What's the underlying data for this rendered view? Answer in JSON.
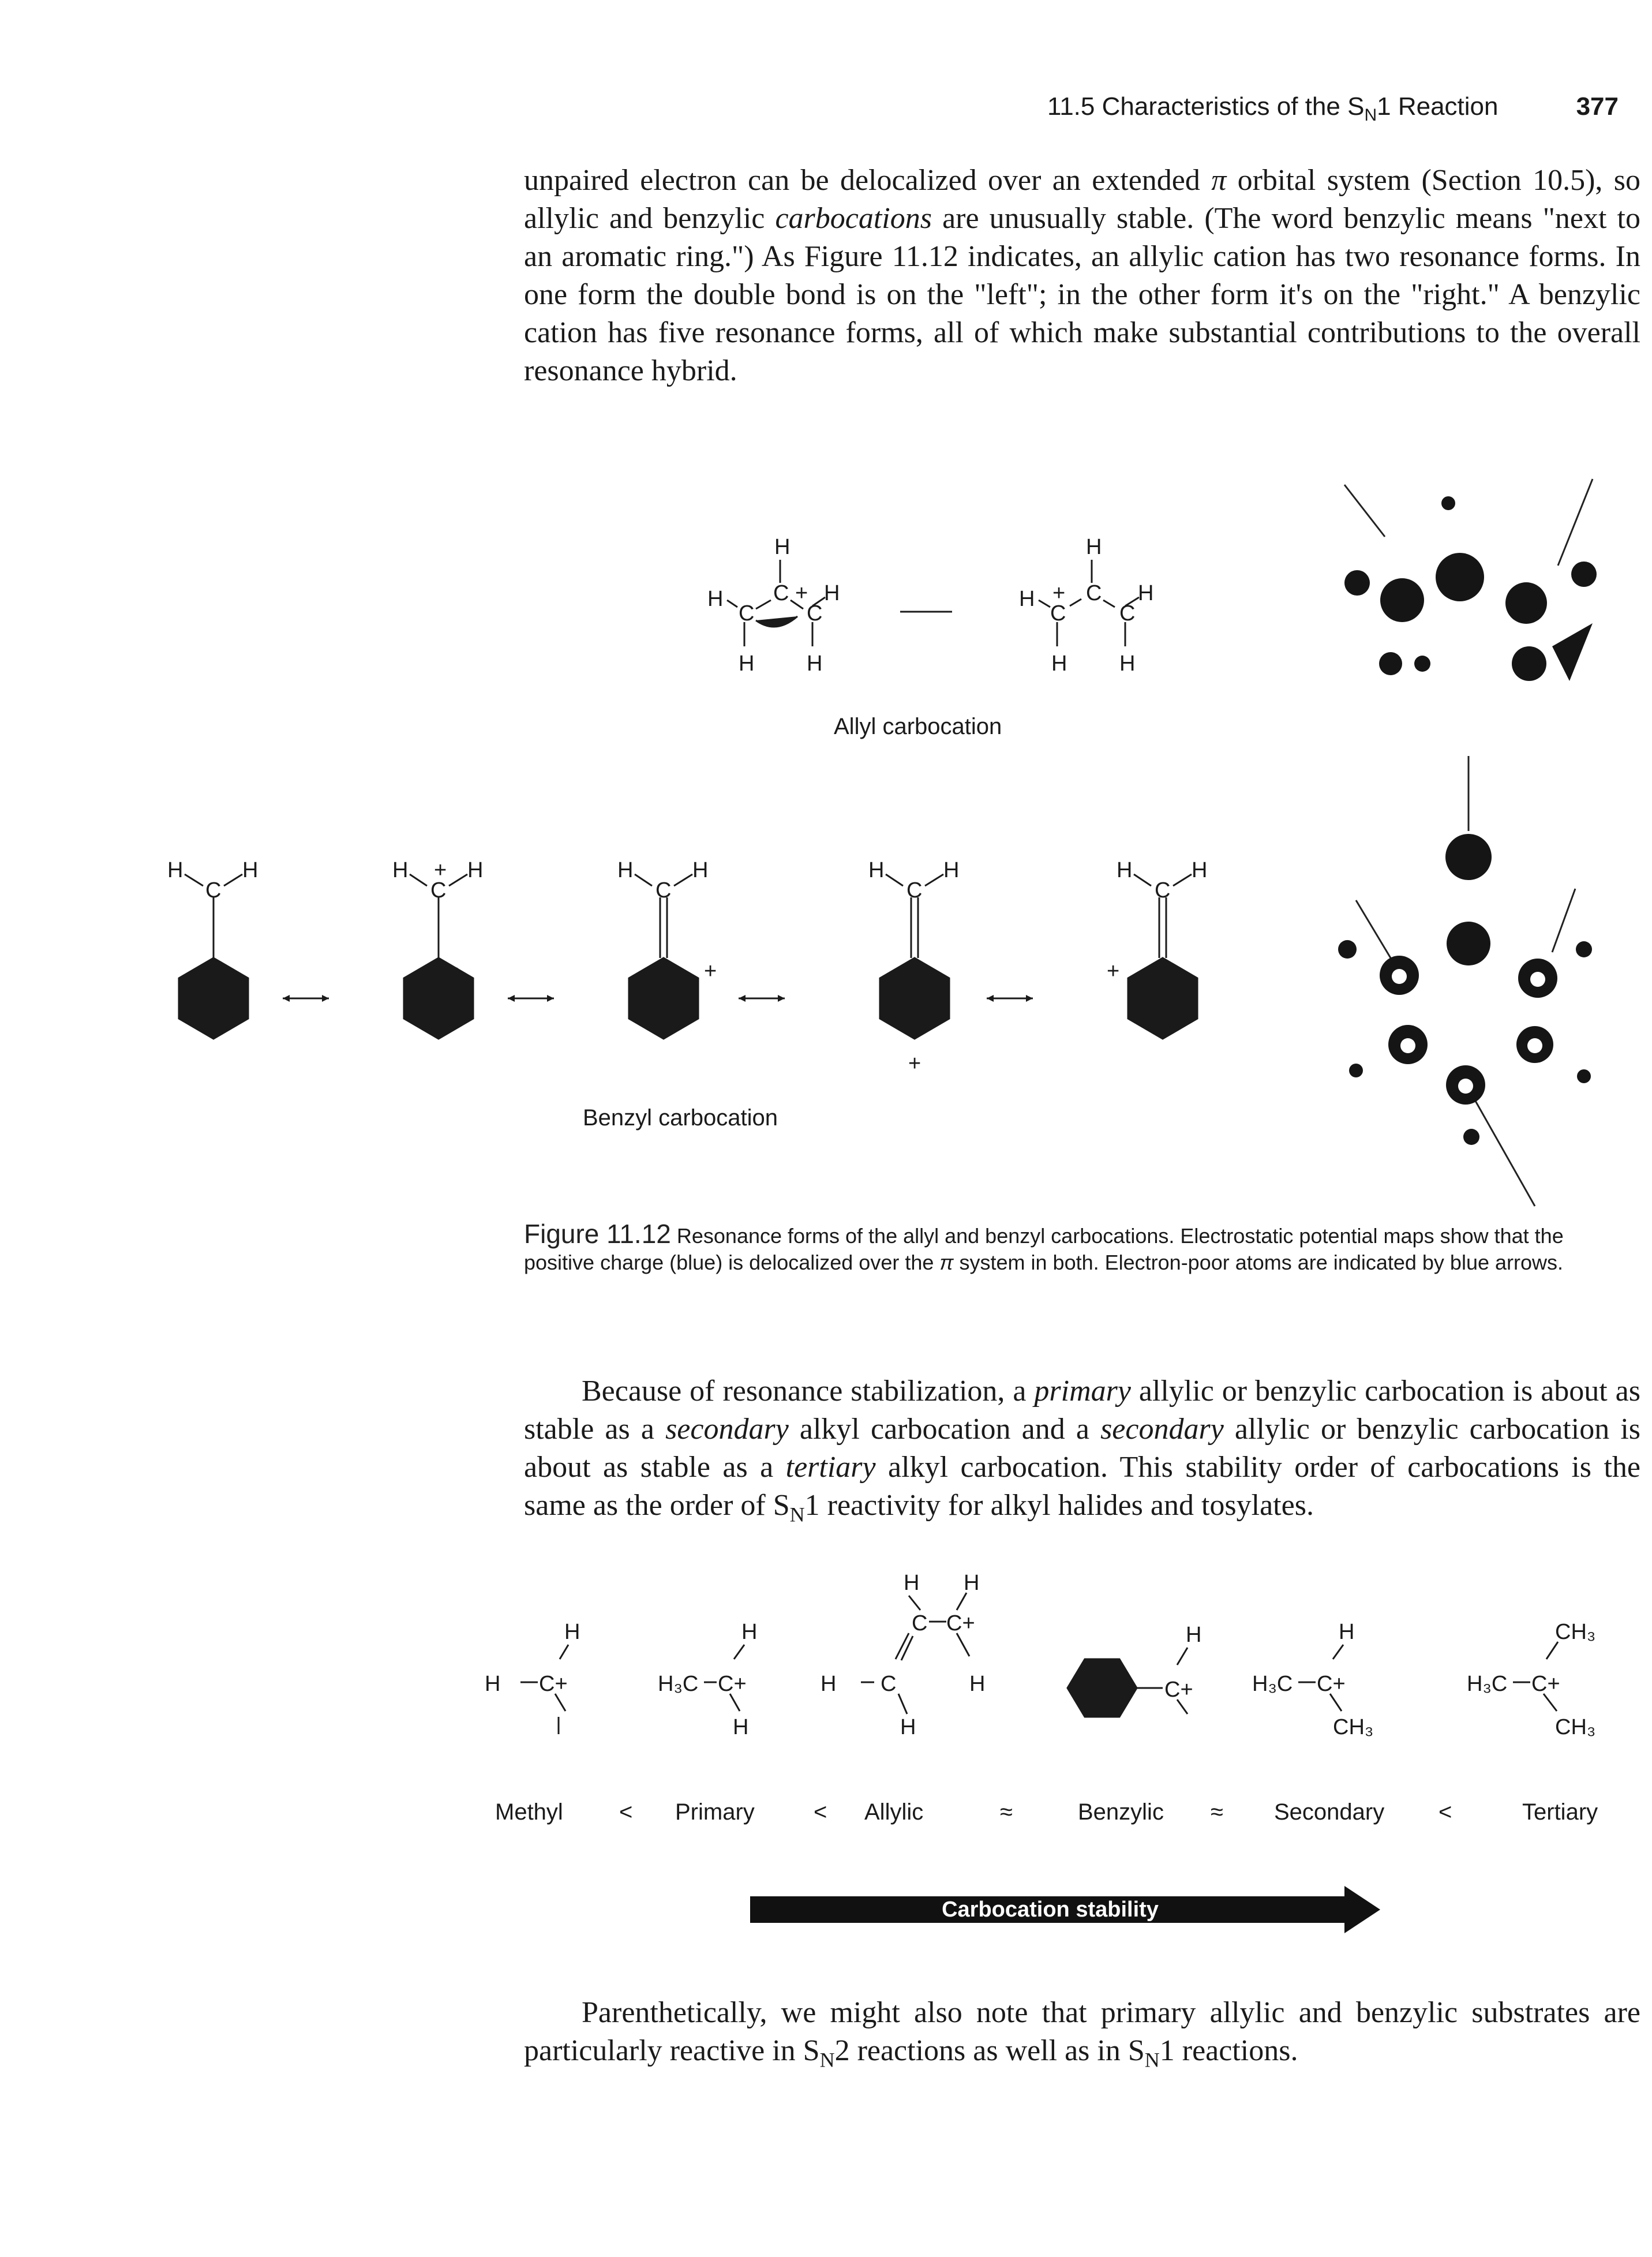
{
  "header": {
    "section_prefix": "11.5 Characteristics of the S",
    "section_sub": "N",
    "section_suffix": "1 Reaction",
    "page_number": "377"
  },
  "para1": {
    "a": "unpaired electron can be delocalized over an extended ",
    "pi": "π",
    "b": " orbital system (Section 10.5), so allylic and benzylic ",
    "em": "carbocations",
    "c": " are unusually stable. (The word benzylic means \"next to an aromatic ring.\") As Figure 11.12 indicates, an allylic cation has two resonance forms. In one form the double bond is on the \"left\"; in the other form it's on the \"right.\" A benzylic cation has five resonance forms, all of which make substantial contributions to the overall resonance hybrid."
  },
  "figure": {
    "allyl_label": "Allyl carbocation",
    "benzyl_label": "Benzyl carbocation",
    "caption_label": "Figure 11.12",
    "caption_a": "Resonance forms of the allyl and benzyl carbocations. Electrostatic potential maps show that the positive charge (blue) is delocalized over the ",
    "caption_pi": "π",
    "caption_b": " system in both. Electron-poor atoms are indicated by blue arrows."
  },
  "para2": {
    "a": "Because of resonance stabilization, a ",
    "em1": "primary",
    "b": " allylic or benzylic carbocation is about as stable as a ",
    "em2": "secondary",
    "c": " alkyl carbocation and a ",
    "em3": "secondary",
    "d": " allylic or benzylic carbocation is about as stable as a ",
    "em4": "tertiary",
    "e": " alkyl carbocation. This stability order of carbocations is the same as the order of S",
    "sub": "N",
    "f": "1 reactivity for alkyl halides and tosylates."
  },
  "stability": {
    "labels": [
      "Methyl",
      "<",
      "Primary",
      "<",
      "Allylic",
      "≈",
      "Benzylic",
      "≈",
      "Secondary",
      "<",
      "Tertiary"
    ],
    "arrow_label": "Carbocation stability"
  },
  "para3": {
    "a": "Parenthetically, we might also note that primary allylic and benzylic substrates are particularly reactive in S",
    "sub1": "N",
    "b": "2 reactions as well as in S",
    "sub2": "N",
    "c": "1 reactions."
  },
  "colors": {
    "text": "#1a1a1a",
    "arrow_bar": "#111111"
  }
}
